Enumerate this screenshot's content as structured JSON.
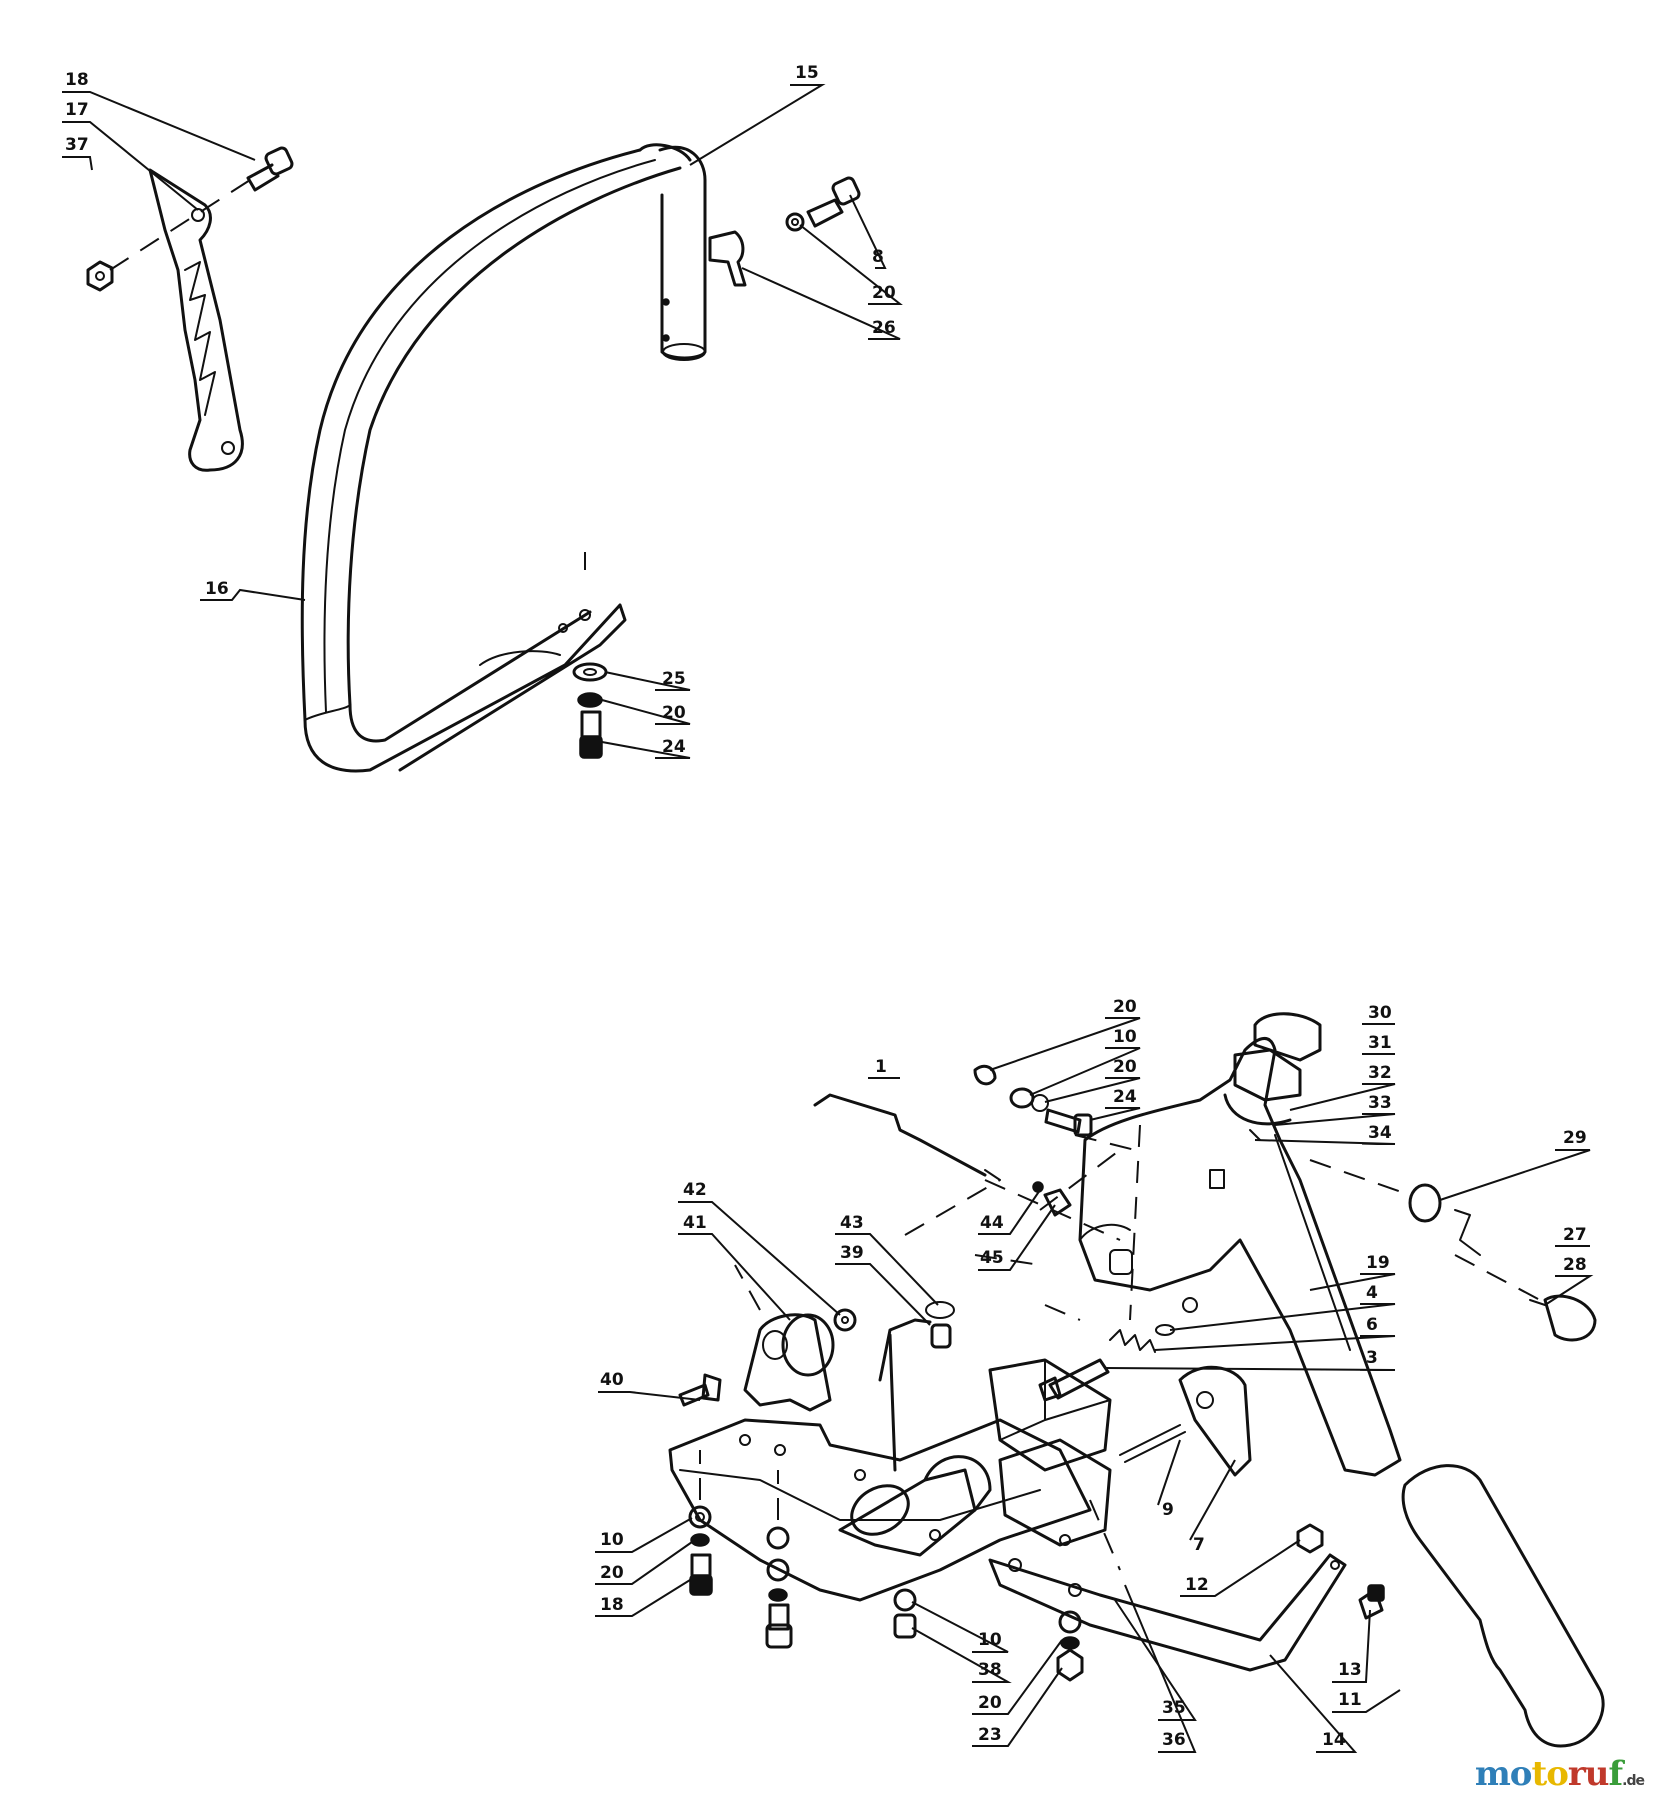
{
  "callouts": [
    {
      "label": "18"
    },
    {
      "label": "17"
    },
    {
      "label": "37"
    },
    {
      "label": "15"
    },
    {
      "label": "8"
    },
    {
      "label": "20"
    },
    {
      "label": "26"
    },
    {
      "label": "16"
    },
    {
      "label": "25"
    },
    {
      "label": "20"
    },
    {
      "label": "24"
    },
    {
      "label": "20"
    },
    {
      "label": "10"
    },
    {
      "label": "20"
    },
    {
      "label": "24"
    },
    {
      "label": "30"
    },
    {
      "label": "31"
    },
    {
      "label": "32"
    },
    {
      "label": "33"
    },
    {
      "label": "34"
    },
    {
      "label": "29"
    },
    {
      "label": "27"
    },
    {
      "label": "28"
    },
    {
      "label": "1"
    },
    {
      "label": "42"
    },
    {
      "label": "41"
    },
    {
      "label": "43"
    },
    {
      "label": "39"
    },
    {
      "label": "44"
    },
    {
      "label": "45"
    },
    {
      "label": "19"
    },
    {
      "label": "4"
    },
    {
      "label": "6"
    },
    {
      "label": "3"
    },
    {
      "label": "40"
    },
    {
      "label": "9"
    },
    {
      "label": "7"
    },
    {
      "label": "10"
    },
    {
      "label": "20"
    },
    {
      "label": "18"
    },
    {
      "label": "12"
    },
    {
      "label": "10"
    },
    {
      "label": "38"
    },
    {
      "label": "20"
    },
    {
      "label": "23"
    },
    {
      "label": "13"
    },
    {
      "label": "11"
    },
    {
      "label": "35"
    },
    {
      "label": "36"
    },
    {
      "label": "14"
    }
  ],
  "watermark": {
    "part1": "mo",
    "part2": "to",
    "part3": "ru",
    "part4": "f",
    "tld": ".de"
  }
}
